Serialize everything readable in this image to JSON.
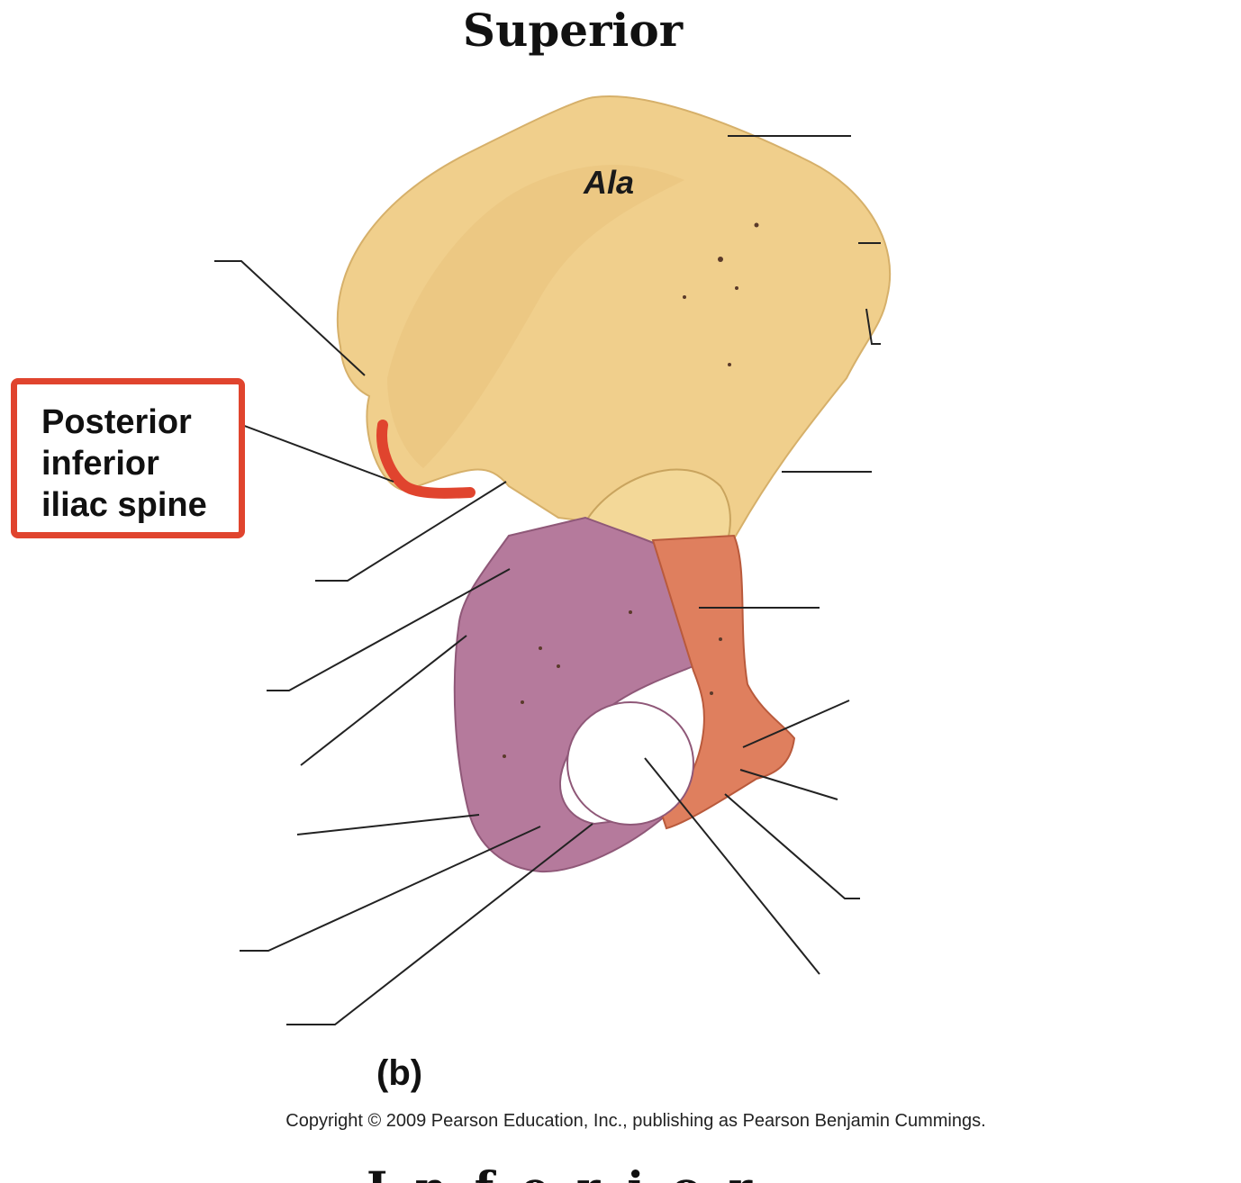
{
  "heading_top": "Superior",
  "heading_bottom": "Inferior",
  "ala_label": "Ala",
  "highlight_label": "Posterior\ninferior\niliac spine",
  "figure_label": "(b)",
  "copyright": "Copyright © 2009 Pearson Education, Inc., publishing as Pearson Benjamin Cummings.",
  "colors": {
    "ilium": "#f0cf8c",
    "ischium": "#b57a9c",
    "pubis": "#df7f5e",
    "highlight": "#e0442e"
  }
}
